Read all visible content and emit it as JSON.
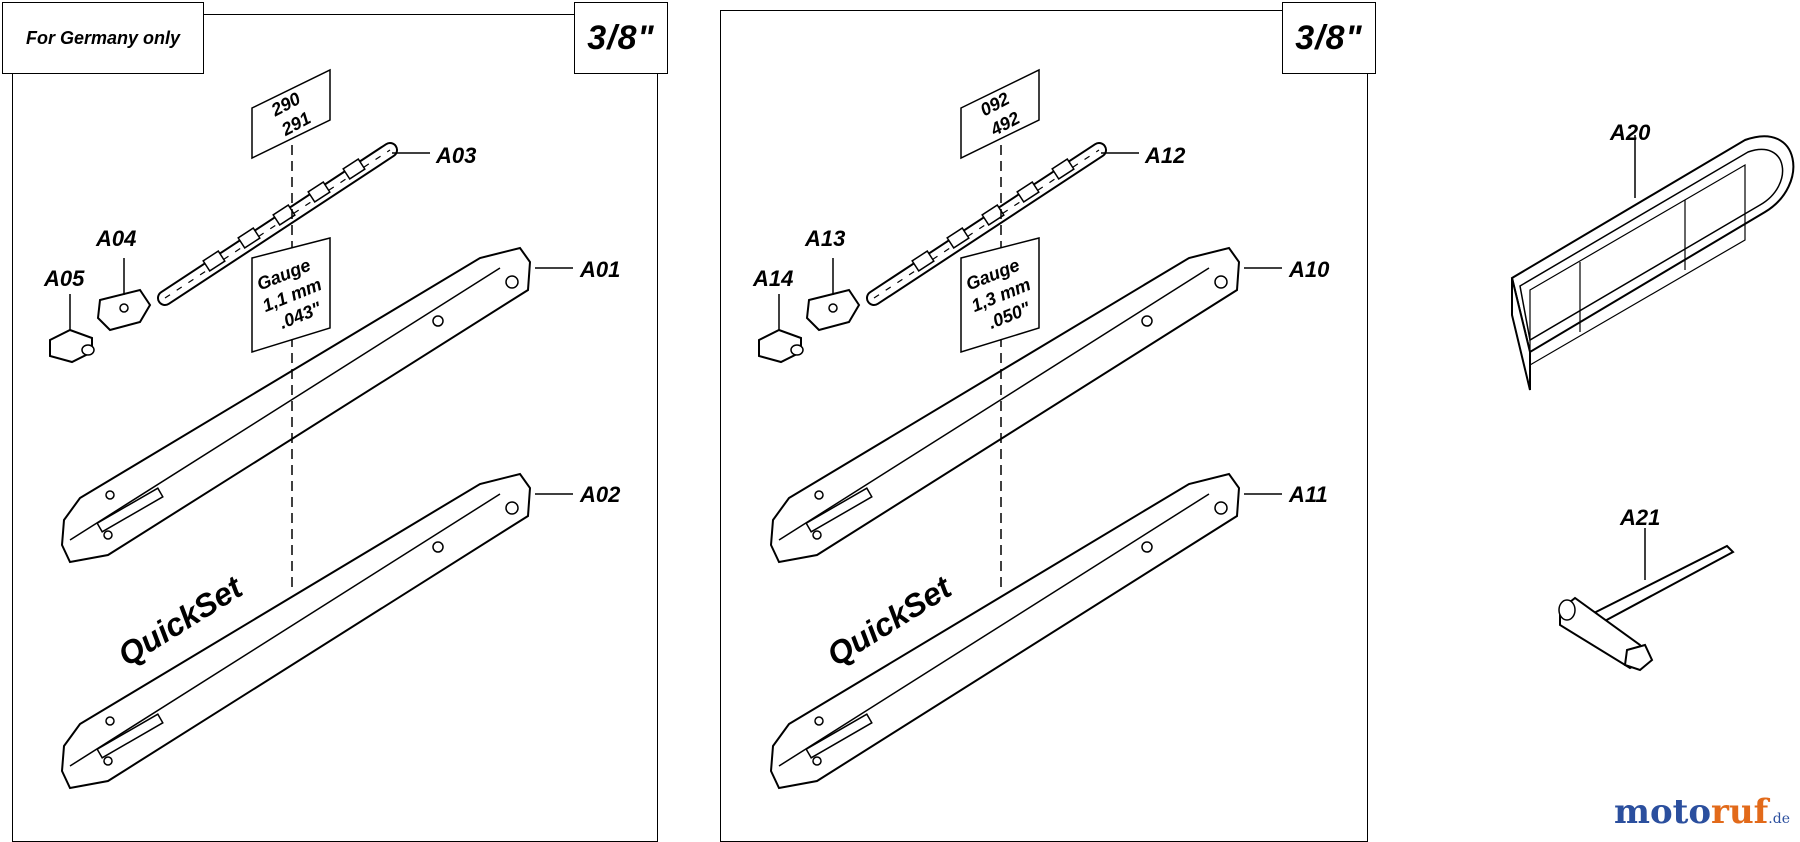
{
  "panel_left": {
    "note": "For Germany only",
    "size": "3/8\"",
    "chain_label": {
      "line1": "290",
      "line2": "291"
    },
    "gauge_label": {
      "line1": "Gauge",
      "line2": "1,1 mm",
      "line3": ".043\""
    },
    "callouts": {
      "chain": "A03",
      "bar_top": "A01",
      "bar_bottom": "A02",
      "sprocket": "A04",
      "nut": "A05"
    },
    "bar_brand": "QuickSet"
  },
  "panel_right": {
    "size": "3/8\"",
    "chain_label": {
      "line1": "092",
      "line2": "492"
    },
    "gauge_label": {
      "line1": "Gauge",
      "line2": "1,3 mm",
      "line3": ".050\""
    },
    "callouts": {
      "chain": "A12",
      "bar_top": "A10",
      "bar_bottom": "A11",
      "sprocket": "A13",
      "nut": "A14"
    },
    "bar_brand": "QuickSet"
  },
  "accessories": {
    "scabbard": "A20",
    "wrench": "A21"
  },
  "watermark": {
    "main": "moto",
    "accent": "ruf",
    "suffix": ".de"
  }
}
